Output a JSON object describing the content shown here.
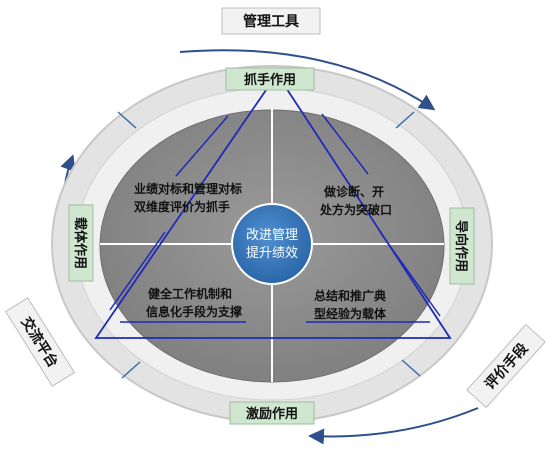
{
  "diagram": {
    "top_outer_label": "管理工具",
    "left_outer_label": "交流平台",
    "right_outer_label": "评价手段",
    "top_ring_label": "抓手作用",
    "left_ring_label": "载体作用",
    "right_ring_label": "导向作用",
    "bottom_ring_label": "激励作用",
    "center_line1": "改进管理",
    "center_line2": "提升绩效",
    "quadrants": {
      "top_left": {
        "line1": "业绩对标和管理对标",
        "line2": "双维度评价为抓手"
      },
      "top_right": {
        "line1": "做诊断、开",
        "line2": "处方为突破口"
      },
      "bottom_left": {
        "line1": "健全工作机制和",
        "line2": "信息化手段为支撑"
      },
      "bottom_right": {
        "line1": "总结和推广典",
        "line2": "型经验为载体"
      }
    },
    "colors": {
      "ring": "#e3e3e3",
      "ring_stroke": "#c8c8c8",
      "gray_disc": "#8c8c8c",
      "center_blue": "#2f72b5",
      "label_green": "#cfe6cf",
      "triangle": "#1e2bb8",
      "arrow": "#2f4f8a"
    }
  }
}
